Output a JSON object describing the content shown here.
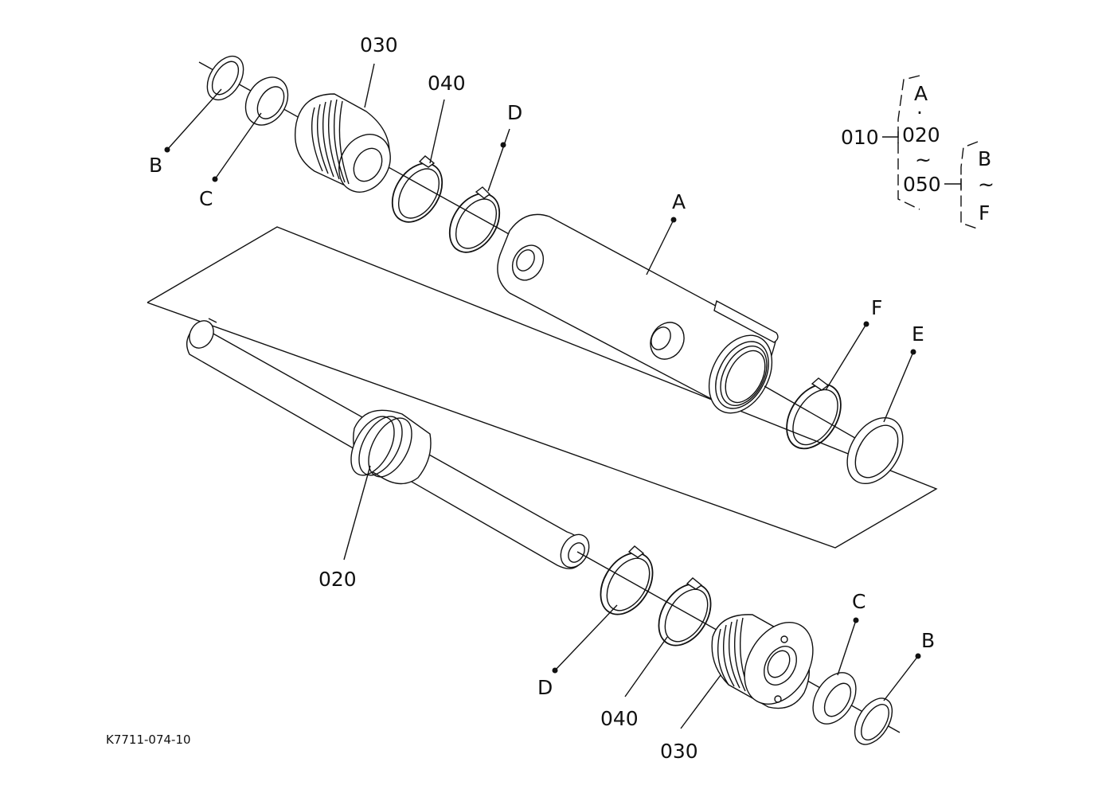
{
  "diagram": {
    "drawing_code": "K7711-074-10",
    "callouts": {
      "top_030": "030",
      "top_040": "040",
      "top_D": "D",
      "top_B": "B",
      "top_C": "C",
      "tube_A": "A",
      "right_F": "F",
      "right_E": "E",
      "rod_020": "020",
      "bottom_D": "D",
      "bottom_040": "040",
      "bottom_030": "030",
      "bottom_C": "C",
      "bottom_B": "B"
    },
    "legend": {
      "assembly": "010",
      "a": "A",
      "dot": "·",
      "part_020": "020",
      "tilde1": "~",
      "part_050": "050",
      "b": "B",
      "tilde2": "~",
      "f": "F"
    }
  }
}
